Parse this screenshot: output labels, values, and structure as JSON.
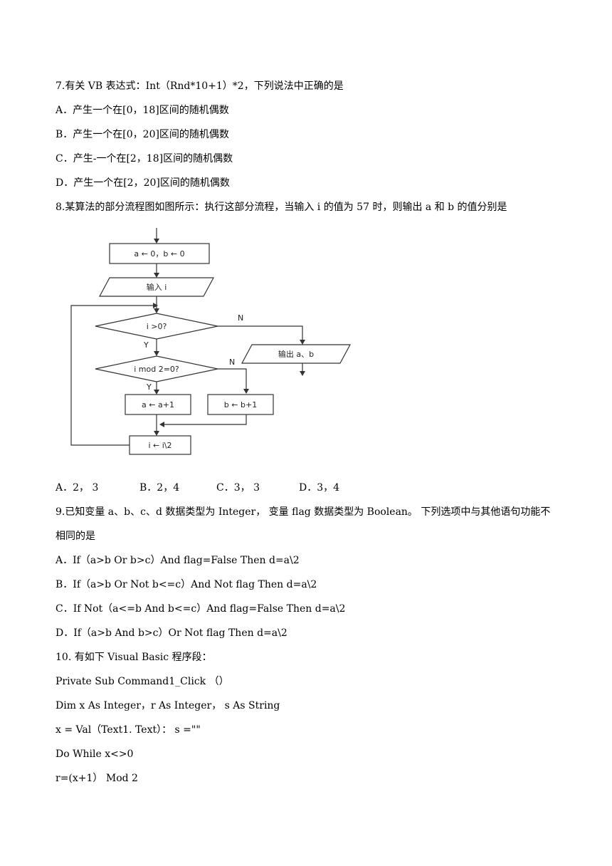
{
  "q7": {
    "stem": "7.有关 VB 表达式：Int（Rnd*10+1）*2，下列说法中正确的是",
    "options": [
      "A．产生一个在[0，18]区间的随机偶数",
      "B．产生一个在[0，20]区间的随机偶数",
      "C．产生-一个在[2，18]区间的随机偶数",
      "D．产生一个在[2，20]区间的随机偶数"
    ]
  },
  "q8": {
    "stem": "8.某算法的部分流程图如图所示：执行这部分流程，当输入 i 的值为 57 时，则输出 a 和 b 的值分别是",
    "flowchart": {
      "init": "a ← 0，b ← 0",
      "input": "输入 i",
      "cond1": "i >0?",
      "output": "输出 a、b",
      "cond2": "i mod 2=0?",
      "proc_a": "a ← a+1",
      "proc_b": "b ← b+1",
      "proc_i": "i ← i\\2",
      "yes": "Y",
      "no": "N"
    },
    "options": [
      "A．2， 3",
      "B．2，4",
      "C．3， 3",
      "D．3，4"
    ]
  },
  "q9": {
    "stem_line1": "9.已知变量 a、b、c、d 数据类型为 Integer， 变量 flag 数据类型为 Boolean。 下列选项中与其他语句功能不",
    "stem_line2": "相同的是",
    "options": [
      "A．If（a>b Or b>c）And flag=False Then d=a\\2",
      "B．If（a>b Or Not b<=c）And Not flag Then d=a\\2",
      "C．If Not（a<=b And b<=c）And flag=False Then d=a\\2",
      "D．If（a>b And b>c）Or Not flag Then d=a\\2"
    ]
  },
  "q10": {
    "stem": "10. 有如下 Visual Basic 程序段：",
    "code": [
      "Private Sub Command1_Click （）",
      "Dim x As Integer，r As Integer，  s As String",
      "x = Val（Text1. Text）：  s =\"\"",
      "Do While x<>0",
      "r=(x+1）  Mod 2"
    ]
  }
}
